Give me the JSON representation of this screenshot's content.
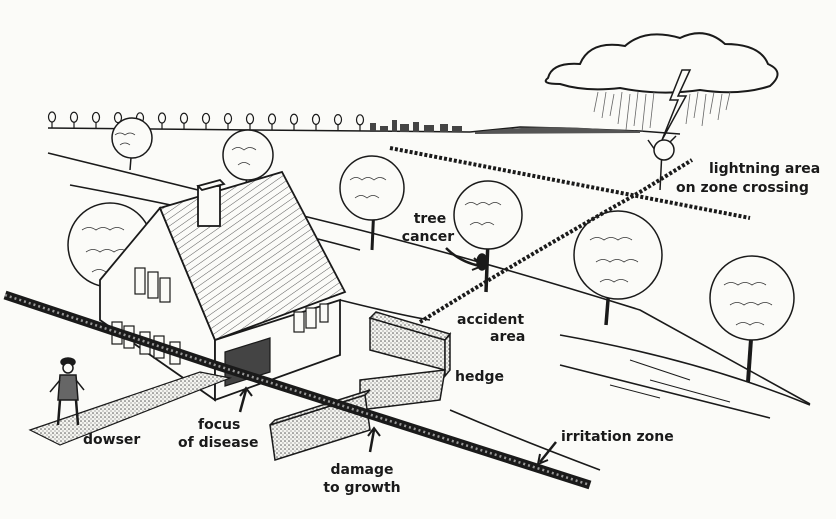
{
  "labels": {
    "lightning_area": "lightning area",
    "on_zone_crossing": "on zone crossing",
    "tree": "tree",
    "cancer": "cancer",
    "accident": "accident",
    "area": "area",
    "hedge": "hedge",
    "dowser": "dowser",
    "focus_of": "focus",
    "of_disease": "of disease",
    "damage": "damage",
    "to_growth": "to growth",
    "irritation_zone": "irritation zone"
  },
  "colors": {
    "ink": "#1a1a1a",
    "paper": "#fbfbf8",
    "stipple": "#9a9a9a"
  }
}
